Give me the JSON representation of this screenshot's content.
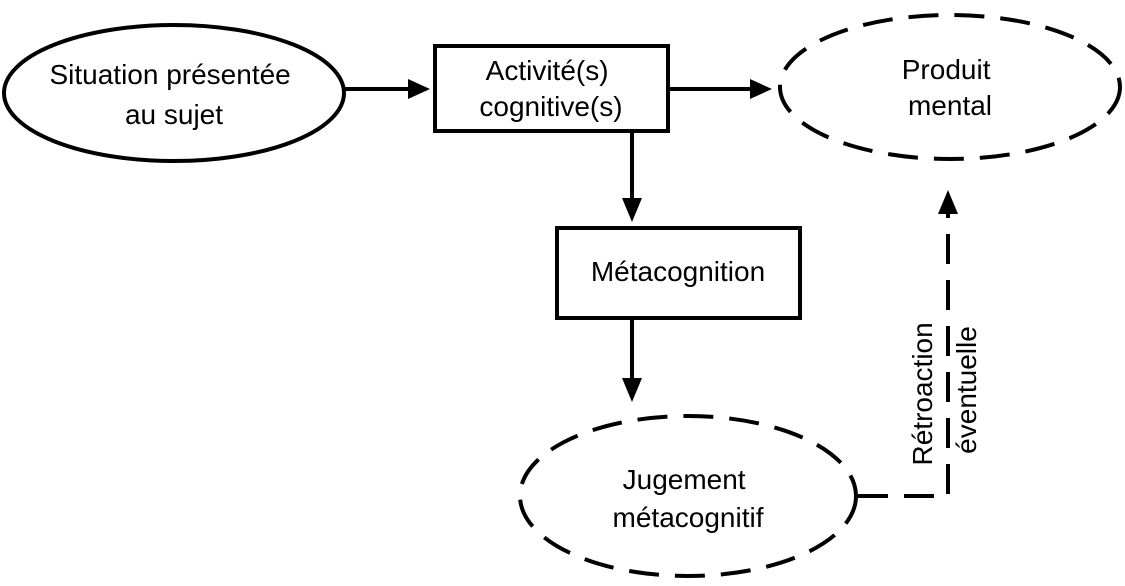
{
  "nodes": {
    "situation": {
      "lines": [
        "Situation présentée",
        "au sujet"
      ]
    },
    "activite": {
      "lines": [
        "Activité(s)",
        "cognitive(s)"
      ]
    },
    "produit": {
      "lines": [
        "Produit",
        "mental"
      ]
    },
    "metacognition": {
      "lines": [
        "Métacognition"
      ]
    },
    "jugement": {
      "lines": [
        "Jugement",
        "métacognitif"
      ]
    }
  },
  "edges": {
    "feedback_label": [
      "Rétroaction",
      "éventuelle"
    ]
  },
  "colors": {
    "stroke": "#000000",
    "fill": "#ffffff"
  }
}
